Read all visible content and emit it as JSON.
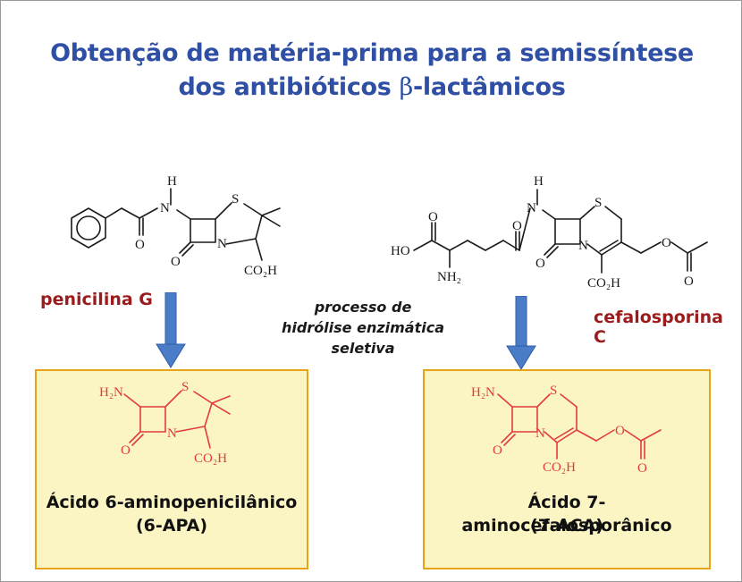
{
  "title": {
    "line1": "Obtenção de matéria-prima  para a semissíntese",
    "line2_prefix": "dos antibióticos ",
    "line2_beta": "β",
    "line2_suffix": "-lactâmicos"
  },
  "penicillin": {
    "name": "penicilina G",
    "atoms": {
      "H": "H",
      "N_amide": "N",
      "S": "S",
      "N_ring": "N",
      "O1": "O",
      "O2": "O",
      "acid": "CO₂H"
    }
  },
  "cephalosporin": {
    "name": "cefalosporina C",
    "atoms": {
      "H": "H",
      "N_amide": "N",
      "HO": "HO",
      "O_acid": "O",
      "NH2": "NH₂",
      "O_chain": "O",
      "S": "S",
      "N_ring": "N",
      "O_lactam": "O",
      "acid": "CO₂H",
      "O_ester": "O",
      "O_carbonyl": "O"
    }
  },
  "process": {
    "line1": "processo de",
    "line2": "hidrólise enzimática",
    "line3": "seletiva"
  },
  "product_6apa": {
    "name": "Ácido 6-aminopenicilânico",
    "abbr": "(6-APA)",
    "atoms": {
      "H2N": "H₂N",
      "S": "S",
      "N": "N",
      "O": "O",
      "acid": "CO₂H"
    }
  },
  "product_7aca": {
    "name": "Ácido 7-aminocefalosporânico",
    "abbr": "(7-ACA)",
    "atoms": {
      "H2N": "H₂N",
      "S": "S",
      "N": "N",
      "O_lactam": "O",
      "acid": "CO₂H",
      "O_ester": "O",
      "O_carbonyl": "O"
    }
  },
  "colors": {
    "title": "#2e4fa3",
    "label_red": "#9b1c1c",
    "structure_black": "#1a1a1a",
    "structure_red": "#e23b3b",
    "box_fill": "#fbf5c4",
    "box_border": "#e8a316",
    "arrow": "#4a7cc7"
  }
}
